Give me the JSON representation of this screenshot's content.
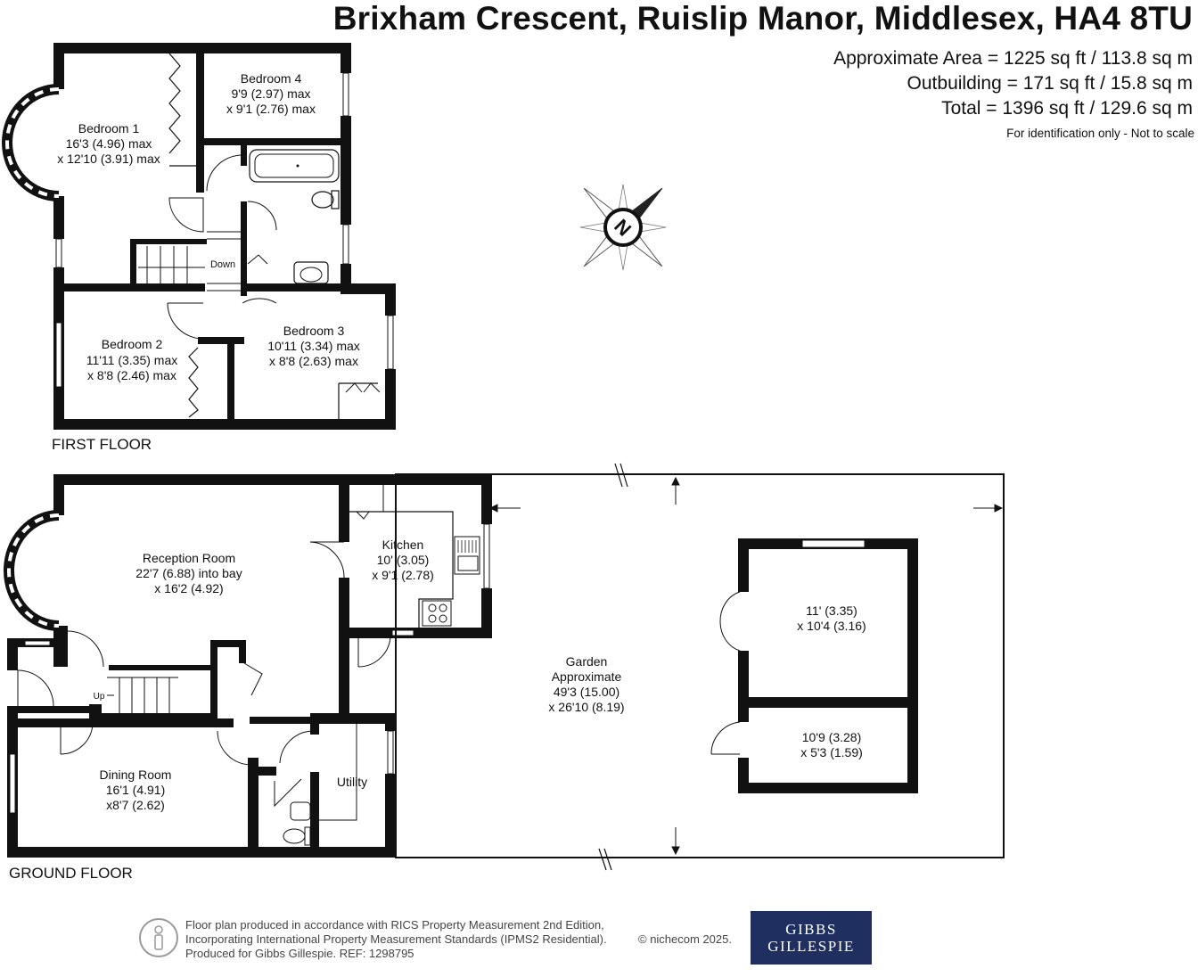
{
  "header": {
    "address": "Brixham Crescent, Ruislip Manor, Middlesex, HA4 8TU",
    "approx_area": "Approximate Area = 1225 sq ft / 113.8 sq m",
    "outbuilding": "Outbuilding = 171 sq ft / 15.8 sq m",
    "total": "Total = 1396 sq ft / 129.6 sq m",
    "note": "For identification only - Not to scale"
  },
  "first_floor": {
    "label": "FIRST FLOOR",
    "down_label": "Down",
    "bedroom1": {
      "name": "Bedroom 1",
      "dim1": "16'3 (4.96) max",
      "dim2": "x 12'10 (3.91) max"
    },
    "bedroom4": {
      "name": "Bedroom 4",
      "dim1": "9'9 (2.97) max",
      "dim2": "x 9'1 (2.76) max"
    },
    "bedroom2": {
      "name": "Bedroom 2",
      "dim1": "11'11 (3.35) max",
      "dim2": "x 8'8 (2.46) max"
    },
    "bedroom3": {
      "name": "Bedroom 3",
      "dim1": "10'11 (3.34) max",
      "dim2": "x 8'8 (2.63) max"
    }
  },
  "ground_floor": {
    "label": "GROUND FLOOR",
    "up_label": "Up",
    "reception": {
      "name": "Reception Room",
      "dim1": "22'7 (6.88) into bay",
      "dim2": "x 16'2 (4.92)"
    },
    "kitchen": {
      "name": "Kitchen",
      "dim1": "10' (3.05)",
      "dim2": "x 9'1 (2.78)"
    },
    "dining": {
      "name": "Dining Room",
      "dim1": "16'1 (4.91)",
      "dim2": "x8'7 (2.62)"
    },
    "utility": {
      "name": "Utility"
    },
    "garden": {
      "name": "Garden",
      "line2": "Approximate",
      "dim1": "49'3 (15.00)",
      "dim2": "x 26'10 (8.19)"
    },
    "outbuilding1": {
      "dim1": "11' (3.35)",
      "dim2": "x 10'4 (3.16)"
    },
    "outbuilding2": {
      "dim1": "10'9 (3.28)",
      "dim2": "x 5'3 (1.59)"
    }
  },
  "compass": {
    "letter": "N",
    "icon": "compass-icon"
  },
  "footer": {
    "line1": "Floor plan produced in accordance with RICS Property Measurement 2nd Edition,",
    "line2": "Incorporating International Property Measurement Standards (IPMS2 Residential).",
    "line3": "Produced for Gibbs Gillespie.   REF:  1298795",
    "credit": "© nichecom 2025.",
    "logo_line1": "GIBBS",
    "logo_line2": "GILLESPIE"
  },
  "colors": {
    "wall": "#111111",
    "logo_bg": "#1f3060",
    "compass_fill": "#222222"
  }
}
